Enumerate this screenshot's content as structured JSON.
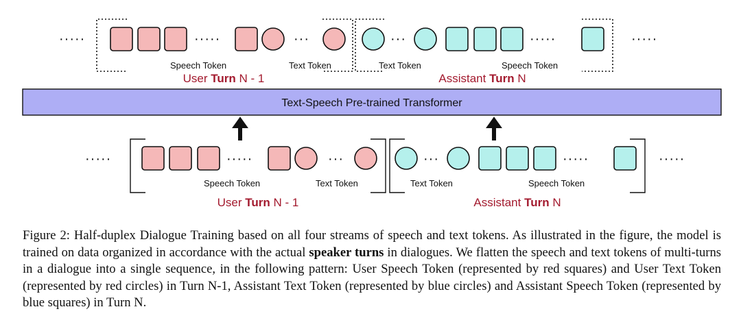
{
  "diagram": {
    "ellipsis": "·····",
    "ellipsis_short": "···",
    "transformer_label": "Text-Speech Pre-trained Transformer",
    "top": {
      "user_speech_label": "Speech Token",
      "user_text_label": "Text Token",
      "assistant_text_label": "Text Token",
      "assistant_speech_label": "Speech Token",
      "user_turn": {
        "prefix": "User ",
        "bold": "Turn",
        "suffix": " N - 1"
      },
      "assistant_turn": {
        "prefix": "Assistant ",
        "bold": "Turn",
        "suffix": " N"
      }
    },
    "bottom": {
      "user_speech_label": "Speech Token",
      "user_text_label": "Text Token",
      "assistant_text_label": "Text Token",
      "assistant_speech_label": "Speech Token",
      "user_turn": {
        "prefix": "User ",
        "bold": "Turn",
        "suffix": " N - 1"
      },
      "assistant_turn": {
        "prefix": "Assistant ",
        "bold": "Turn",
        "suffix": " N"
      }
    },
    "colors": {
      "user_token_fill": "#f5b8b8",
      "assistant_token_fill": "#b5f0ec",
      "transformer_fill": "#aeaef5",
      "turn_label": "#a31a2e"
    }
  },
  "caption": {
    "part1": "Figure 2: Half-duplex Dialogue Training based on all four streams of speech and text tokens. As illustrated in the figure, the model is trained on data organized in accordance with the actual ",
    "bold": "speaker turns",
    "part2": " in dialogues. We flatten the speech and text tokens of multi-turns in a dialogue into a single sequence, in the following pattern: User Speech Token (represented by red squares) and User Text Token (represented by red circles) in Turn N-1, Assistant Text Token (represented by blue circles) and Assistant Speech Token (represented by blue squares) in Turn N."
  }
}
